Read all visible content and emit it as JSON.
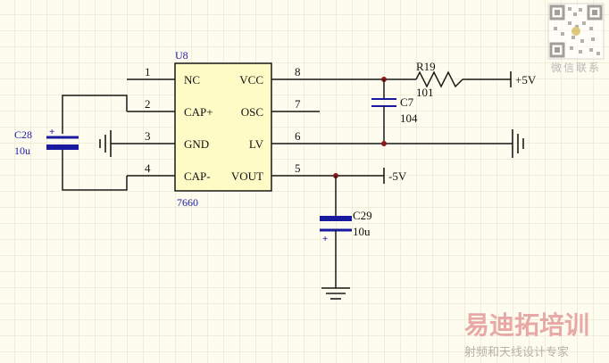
{
  "schematic": {
    "ic": {
      "ref": "U8",
      "part": "7660",
      "pins": [
        {
          "num": "1",
          "name": "NC"
        },
        {
          "num": "2",
          "name": "CAP+"
        },
        {
          "num": "3",
          "name": "GND"
        },
        {
          "num": "4",
          "name": "CAP-"
        },
        {
          "num": "8",
          "name": "VCC"
        },
        {
          "num": "7",
          "name": "OSC"
        },
        {
          "num": "6",
          "name": "LV"
        },
        {
          "num": "5",
          "name": "VOUT"
        }
      ]
    },
    "c28": {
      "ref": "C28",
      "value": "10u"
    },
    "c7": {
      "ref": "C7",
      "value": "104"
    },
    "r19": {
      "ref": "R19",
      "value": "101"
    },
    "c29": {
      "ref": "C29",
      "value": "10u"
    },
    "vplus": "+5V",
    "vminus": "-5V"
  },
  "watermark": {
    "qr_caption": "微信联系",
    "brand": "易迪拓培训",
    "tagline": "射频和天线设计专家"
  },
  "colors": {
    "background": "#fdfcee",
    "grid": "#e4e1c6",
    "wire": "#1a1a1a",
    "component": "#1a1aa0",
    "ic_fill": "#fffbc6",
    "junction": "#8b1a1a"
  }
}
